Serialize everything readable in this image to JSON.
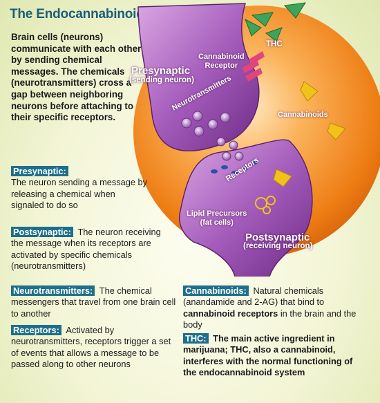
{
  "title": "The Endocannabinoid System",
  "intro": "Brain cells (neurons) communicate with each other by sending chemical messages. The chemicals (neurotransmitters) cross a gap between neighboring neurons before attaching to their specific receptors.",
  "illustration": {
    "presynaptic_label": "Presynaptic",
    "presynaptic_sub": "(sending neuron)",
    "cannabinoid_receptor_label": "Cannabinoid\nReceptor",
    "thc_label": "THC",
    "neurotransmitters_label": "Neurotransmitters",
    "cannabinoids_label": "Cannabinoids",
    "receptors_label": "Receptors",
    "lipid_label": "Lipid Precursors\n(fat cells)",
    "postsynaptic_label": "Postsynaptic",
    "postsynaptic_sub": "(receiving neuron)"
  },
  "definitions": {
    "presynaptic": {
      "term": "Presynaptic:",
      "text": "The neuron sending a message by releasing a chemical when signaled to do so"
    },
    "postsynaptic": {
      "term": "Postsynaptic:",
      "text": "The neuron receiving the message when its receptors are activated by specific chemicals (neurotransmitters)"
    },
    "neurotransmitters": {
      "term": "Neurotransmitters:",
      "text": "The chemical messengers that travel from one brain cell to another"
    },
    "receptors": {
      "term": "Receptors:",
      "text": "Activated by neurotransmitters, receptors trigger a set of events that allows a message to be passed along to other neurons"
    },
    "cannabinoids": {
      "term": "Cannabinoids:",
      "text_a": "Natural chemicals (anandamide and 2-AG) that bind to",
      "text_b": "cannabinoid receptors",
      "text_c": "in the brain and the body"
    },
    "thc": {
      "term": "THC:",
      "text": "The main active ingredient in marijuana; THC, also a cannabinoid, interferes with the normal functioning of the endocannabinoid system"
    }
  },
  "colors": {
    "tag_bg": "#1d6f8c",
    "title": "#1b5e7a",
    "neuron": "#9b4fb0",
    "sphere": "#f08a1c",
    "thc": "#3fa35a",
    "cannabinoid": "#f3c21a",
    "receptor": "#e0457b"
  }
}
